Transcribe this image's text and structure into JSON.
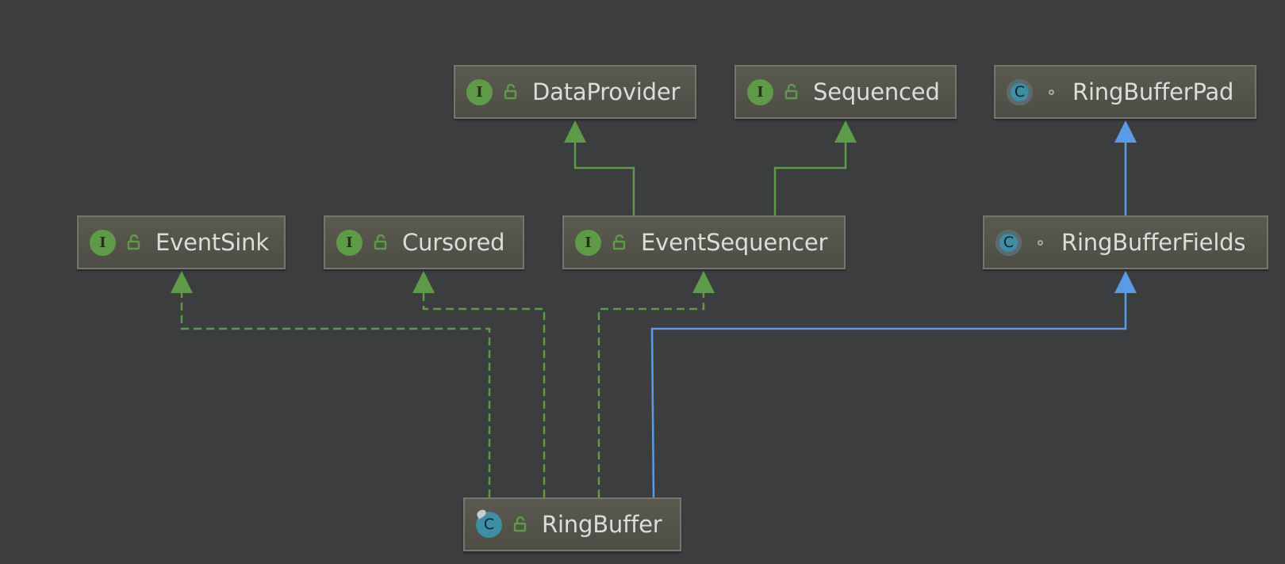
{
  "diagram": {
    "nodes": [
      {
        "id": "data-provider",
        "label": "DataProvider",
        "kind": "interface",
        "kind_letter": "I",
        "visibility": "public"
      },
      {
        "id": "sequenced",
        "label": "Sequenced",
        "kind": "interface",
        "kind_letter": "I",
        "visibility": "public"
      },
      {
        "id": "ring-buffer-pad",
        "label": "RingBufferPad",
        "kind": "abstract-class",
        "kind_letter": "C",
        "visibility": "package"
      },
      {
        "id": "event-sink",
        "label": "EventSink",
        "kind": "interface",
        "kind_letter": "I",
        "visibility": "public"
      },
      {
        "id": "cursored",
        "label": "Cursored",
        "kind": "interface",
        "kind_letter": "I",
        "visibility": "public"
      },
      {
        "id": "event-sequencer",
        "label": "EventSequencer",
        "kind": "interface",
        "kind_letter": "I",
        "visibility": "public"
      },
      {
        "id": "ring-buffer-fields",
        "label": "RingBufferFields",
        "kind": "abstract-class",
        "kind_letter": "C",
        "visibility": "package"
      },
      {
        "id": "ring-buffer",
        "label": "RingBuffer",
        "kind": "final-class",
        "kind_letter": "C",
        "visibility": "public"
      }
    ],
    "edges": [
      {
        "from": "event-sequencer",
        "to": "data-provider",
        "type": "extends"
      },
      {
        "from": "event-sequencer",
        "to": "sequenced",
        "type": "extends"
      },
      {
        "from": "ring-buffer-fields",
        "to": "ring-buffer-pad",
        "type": "extends"
      },
      {
        "from": "ring-buffer",
        "to": "event-sink",
        "type": "implements"
      },
      {
        "from": "ring-buffer",
        "to": "cursored",
        "type": "implements"
      },
      {
        "from": "ring-buffer",
        "to": "event-sequencer",
        "type": "implements"
      },
      {
        "from": "ring-buffer",
        "to": "ring-buffer-fields",
        "type": "extends-class"
      }
    ],
    "colors": {
      "background": "#3c3d3f",
      "interface_edge": "#5f9a48",
      "class_edge": "#5a9be6",
      "node_fill": "#55554c",
      "node_border": "#76766e",
      "label_text": "#dcdcdc",
      "interface_badge": "#5f9a48",
      "class_badge": "#3d8ea5"
    },
    "icons": {
      "interface": "interface-icon",
      "abstract_class": "abstract-class-icon",
      "final_class": "final-class-icon",
      "public": "public-lock-icon",
      "package": "package-private-icon"
    }
  }
}
